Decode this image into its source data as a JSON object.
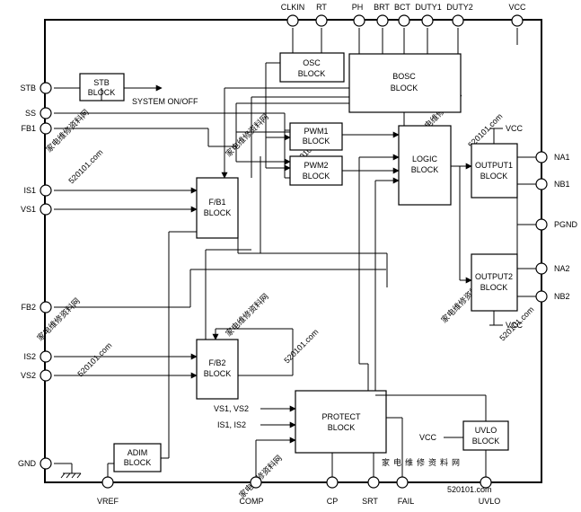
{
  "pins": {
    "top": [
      "CLKIN",
      "RT",
      "PH",
      "BRT",
      "BCT",
      "DUTY1",
      "DUTY2",
      "VCC"
    ],
    "left": [
      "STB",
      "SS",
      "FB1",
      "IS1",
      "VS1",
      "FB2",
      "IS2",
      "VS2",
      "GND"
    ],
    "right": [
      "NA1",
      "NB1",
      "PGND",
      "NA2",
      "NB2"
    ],
    "bottom": [
      "VREF",
      "COMP",
      "CP",
      "SRT",
      "FAIL",
      "UVLO"
    ]
  },
  "blocks": {
    "stb": [
      "STB",
      "BLOCK"
    ],
    "osc": [
      "OSC",
      "BLOCK"
    ],
    "bosc": [
      "BOSC",
      "BLOCK"
    ],
    "pwm1": [
      "PWM1",
      "BLOCK"
    ],
    "pwm2": [
      "PWM2",
      "BLOCK"
    ],
    "logic": [
      "LOGIC",
      "BLOCK"
    ],
    "output1": [
      "OUTPUT1",
      "BLOCK"
    ],
    "output2": [
      "OUTPUT2",
      "BLOCK"
    ],
    "fb1": [
      "F/B1",
      "BLOCK"
    ],
    "fb2": [
      "F/B2",
      "BLOCK"
    ],
    "protect": [
      "PROTECT",
      "BLOCK"
    ],
    "uvlo": [
      "UVLO",
      "BLOCK"
    ],
    "adim": [
      "ADIM",
      "BLOCK"
    ]
  },
  "labels": {
    "system_onoff": "SYSTEM  ON/OFF",
    "vcc_out1": "VCC",
    "vcc_out2": "VCC",
    "vcc_uvlo": "VCC",
    "vs_in": "VS1, VS2",
    "is_in": "IS1, IS2"
  },
  "watermark": {
    "brand": "家电维修资料网",
    "site": "520101.com",
    "footer_site": "520101.com"
  }
}
